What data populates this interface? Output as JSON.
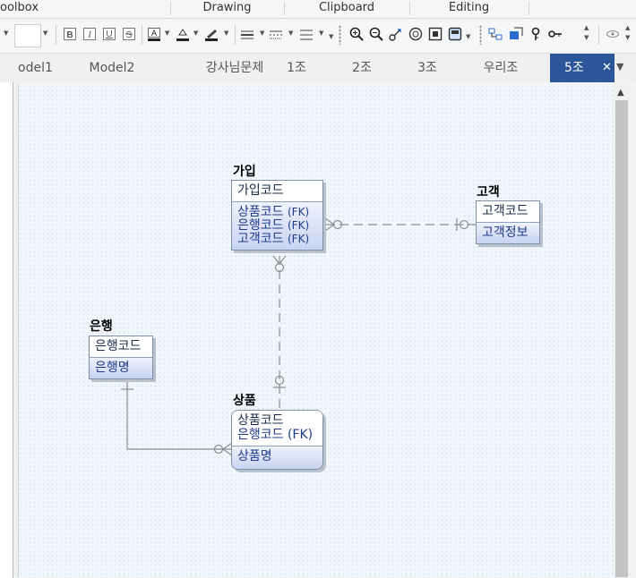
{
  "ribbon": {
    "groups": [
      "oolbox",
      "Drawing",
      "Clipboard",
      "Editing"
    ]
  },
  "tabs": [
    {
      "label": "odel1",
      "active": false
    },
    {
      "label": "Model2",
      "active": false
    },
    {
      "label": "강사님문제",
      "active": false
    },
    {
      "label": "1조",
      "active": false
    },
    {
      "label": "2조",
      "active": false
    },
    {
      "label": "3조",
      "active": false
    },
    {
      "label": "우리조",
      "active": false
    },
    {
      "label": "5조",
      "active": true
    }
  ],
  "tab_close_glyph": "✕",
  "panel_close_glyph": "✕",
  "colors": {
    "active_tab": "#2b579a",
    "canvas": "#f1f6fc",
    "entity_border": "#7f8fa6",
    "relation_line": "#8c8c8c"
  },
  "entities": {
    "join": {
      "title": "가입",
      "pk": [
        "가입코드"
      ],
      "attrs": [
        [
          "상품코드",
          "(FK)"
        ],
        [
          "은행코드",
          "(FK)"
        ],
        [
          "고객코드",
          "(FK)"
        ]
      ]
    },
    "customer": {
      "title": "고객",
      "pk": [
        "고객코드"
      ],
      "attrs": [
        [
          "고객정보",
          ""
        ]
      ]
    },
    "bank": {
      "title": "은행",
      "pk": [
        "은행코드"
      ],
      "attrs": [
        [
          "은행명",
          ""
        ]
      ]
    },
    "product": {
      "title": "상품",
      "pk": [
        "상품코드",
        "은행코드 (FK)"
      ],
      "attrs": [
        [
          "상품명",
          ""
        ]
      ]
    }
  }
}
